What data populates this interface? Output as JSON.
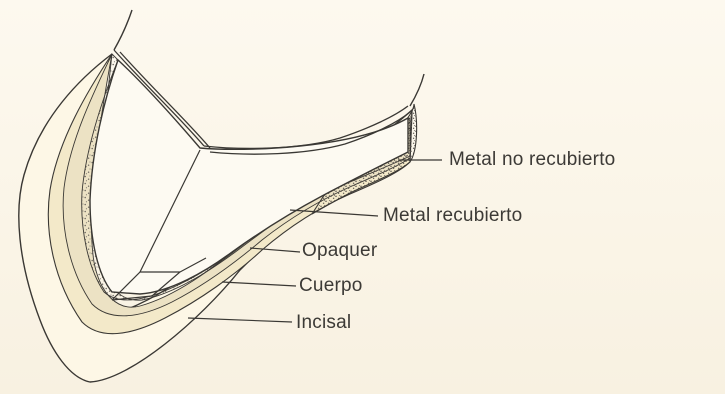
{
  "labels": {
    "metal_no_recubierto": "Metal no recubierto",
    "metal_recubierto": "Metal recubierto",
    "opaquer": "Opaquer",
    "cuerpo": "Cuerpo",
    "incisal": "Incisal"
  },
  "colors": {
    "paper": "#fbf6ea",
    "ink": "#3a3834",
    "stipple": "#6a655e",
    "incisal_fill": "#fdf7e6",
    "cuerpo_fill": "#f3e9c9",
    "opaquer_fill": "#e6dcc0",
    "metal_fill": "#f6f1e4",
    "cavity_fill": "#fdfaf2"
  }
}
